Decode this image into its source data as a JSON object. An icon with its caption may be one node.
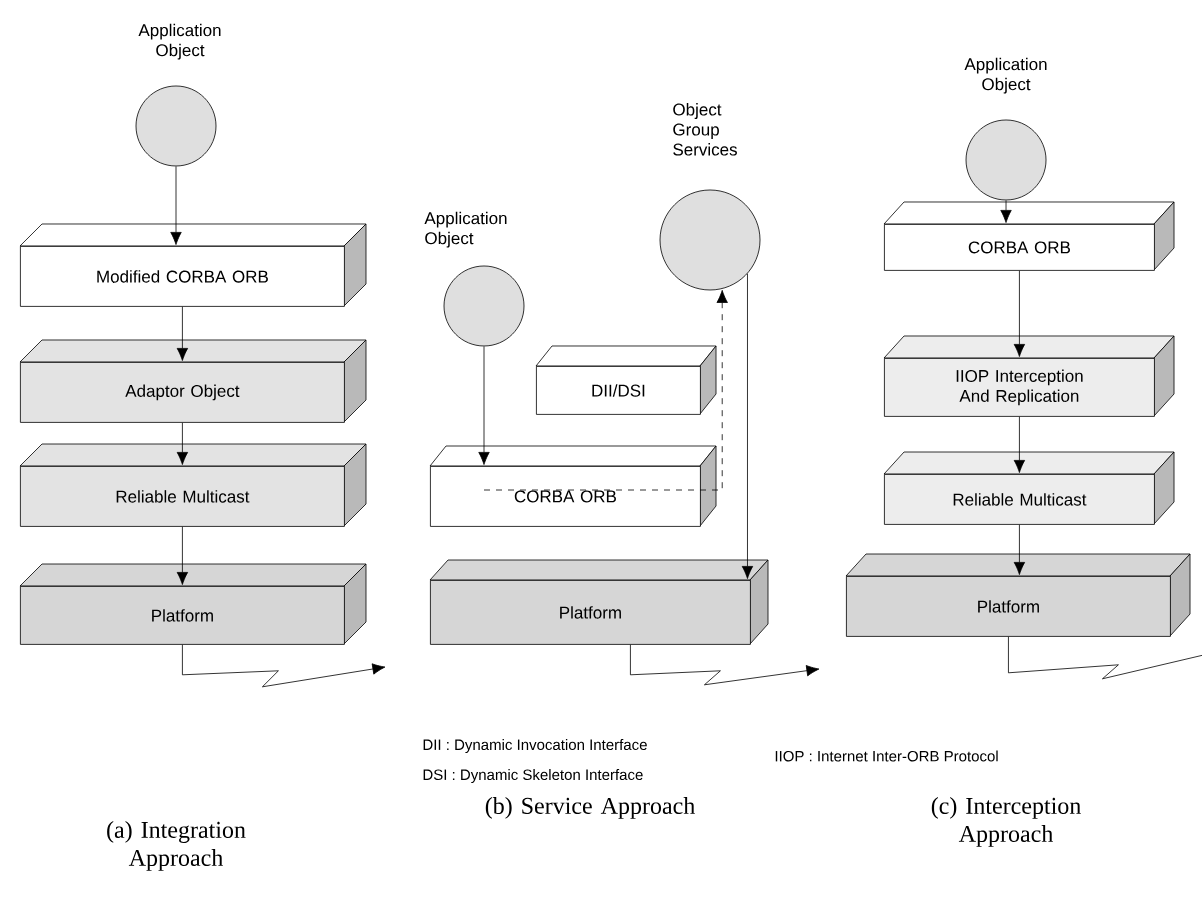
{
  "diagram": {
    "nodes": [
      {
        "text": [
          "Application Object"
        ]
      },
      {
        "text": [
          "Modified CORBA ORB"
        ]
      },
      {
        "text": [
          "Adaptor Object"
        ]
      },
      {
        "text": [
          "Reliable Multicast"
        ]
      },
      {
        "text": [
          "Platform"
        ]
      },
      {
        "text": [
          "Application Object"
        ]
      },
      {
        "text": [
          "Object Group Services"
        ]
      },
      {
        "text": [
          "DII/DSI"
        ]
      },
      {
        "text": [
          "CORBA ORB"
        ]
      },
      {
        "text": [
          "Platform"
        ]
      },
      {
        "text": [
          "Application Object"
        ]
      },
      {
        "text": [
          "CORBA ORB"
        ]
      },
      {
        "text": [
          "IIOP Interception And Replication"
        ]
      },
      {
        "text": [
          "Reliable Multicast"
        ]
      },
      {
        "text": [
          "Platform"
        ]
      }
    ],
    "edges": [
      {
        "from": 0,
        "to": 1,
        "arrow": "to"
      },
      {
        "from": 1,
        "to": 2,
        "arrow": "to"
      },
      {
        "from": 2,
        "to": 3,
        "arrow": "to"
      },
      {
        "from": 3,
        "to": 4,
        "arrow": "to"
      },
      {
        "from": 4,
        "to": null,
        "arrow": "to"
      },
      {
        "from": 5,
        "to": 8,
        "arrow": "to"
      },
      {
        "from": 8,
        "to": 6,
        "arrow": "to",
        "style": "dashed"
      },
      {
        "from": 6,
        "to": 9,
        "arrow": "to"
      },
      {
        "from": 9,
        "to": null,
        "arrow": "to"
      },
      {
        "from": 10,
        "to": 11,
        "arrow": "to"
      },
      {
        "from": 11,
        "to": 12,
        "arrow": "to"
      },
      {
        "from": 12,
        "to": 13,
        "arrow": "to"
      },
      {
        "from": 13,
        "to": 14,
        "arrow": "to"
      },
      {
        "from": 14,
        "to": null,
        "arrow": "none"
      }
    ],
    "labels": [
      "DII : Dynamic Invocation Interface",
      "DSI : Dynamic Skeleton Interface",
      "IIOP : Internet Inter-ORB Protocol",
      "(a) Integration Approach",
      "(b) Service Approach",
      "(c) Interception Approach"
    ]
  }
}
